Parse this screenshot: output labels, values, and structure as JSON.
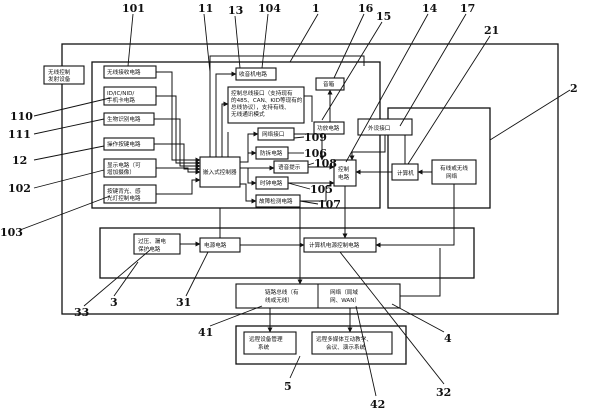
{
  "diagram": {
    "refs": [
      "101",
      "11",
      "13",
      "104",
      "1",
      "16",
      "15",
      "14",
      "17",
      "21",
      "2",
      "110",
      "111",
      "12",
      "102",
      "103",
      "109",
      "106",
      "108",
      "105",
      "107",
      "33",
      "3",
      "31",
      "41",
      "4",
      "32",
      "5",
      "42"
    ],
    "boxes": {
      "remote_device": [
        "无线控制",
        "发射设备"
      ],
      "wireless_rx": "无线接收电路",
      "card_reader": [
        "ID/IC/NID/",
        "手机卡电路"
      ],
      "bio_id": "生物识别电路",
      "op_keys": "操作按键电路",
      "display": [
        "显示电路（可",
        "增加摄像）"
      ],
      "backlight": [
        "按键背光、感",
        "光灯控制电路"
      ],
      "radio": "收音机电路",
      "bus_port": [
        "控制总线接口（支持现有",
        "的485、CAN、KID等现有的",
        "总线协议），支持有线、",
        "无线通讯模式"
      ],
      "speaker": "音箱",
      "network_port": "网络接口",
      "anti_theft": "防拆电路",
      "voice_prompt": "语音提示",
      "embedded_ctrl": "嵌入式控制器",
      "clock": "时钟电路",
      "fault_detect": "故障检测电路",
      "power_amp": "功放电路",
      "ctrl_circuit": [
        "控制",
        "电路"
      ],
      "ext_port": "外设接口",
      "computer": "计算机",
      "wired_wireless_net": [
        "有线或无线",
        "网络"
      ],
      "protection": [
        "过压、漏电",
        "保护电路"
      ],
      "power_circuit": "电源电路",
      "pc_power_ctrl": "计算机电源控制电路",
      "link_bus": [
        "链路总线（有",
        "线或无线）"
      ],
      "network": [
        "网络（局域",
        "网、WAN）"
      ],
      "remote_mgmt": [
        "远程设备管理",
        "系统"
      ],
      "remote_mm": [
        "远程多媒体互动教学、",
        "会议、演示系统"
      ]
    }
  }
}
